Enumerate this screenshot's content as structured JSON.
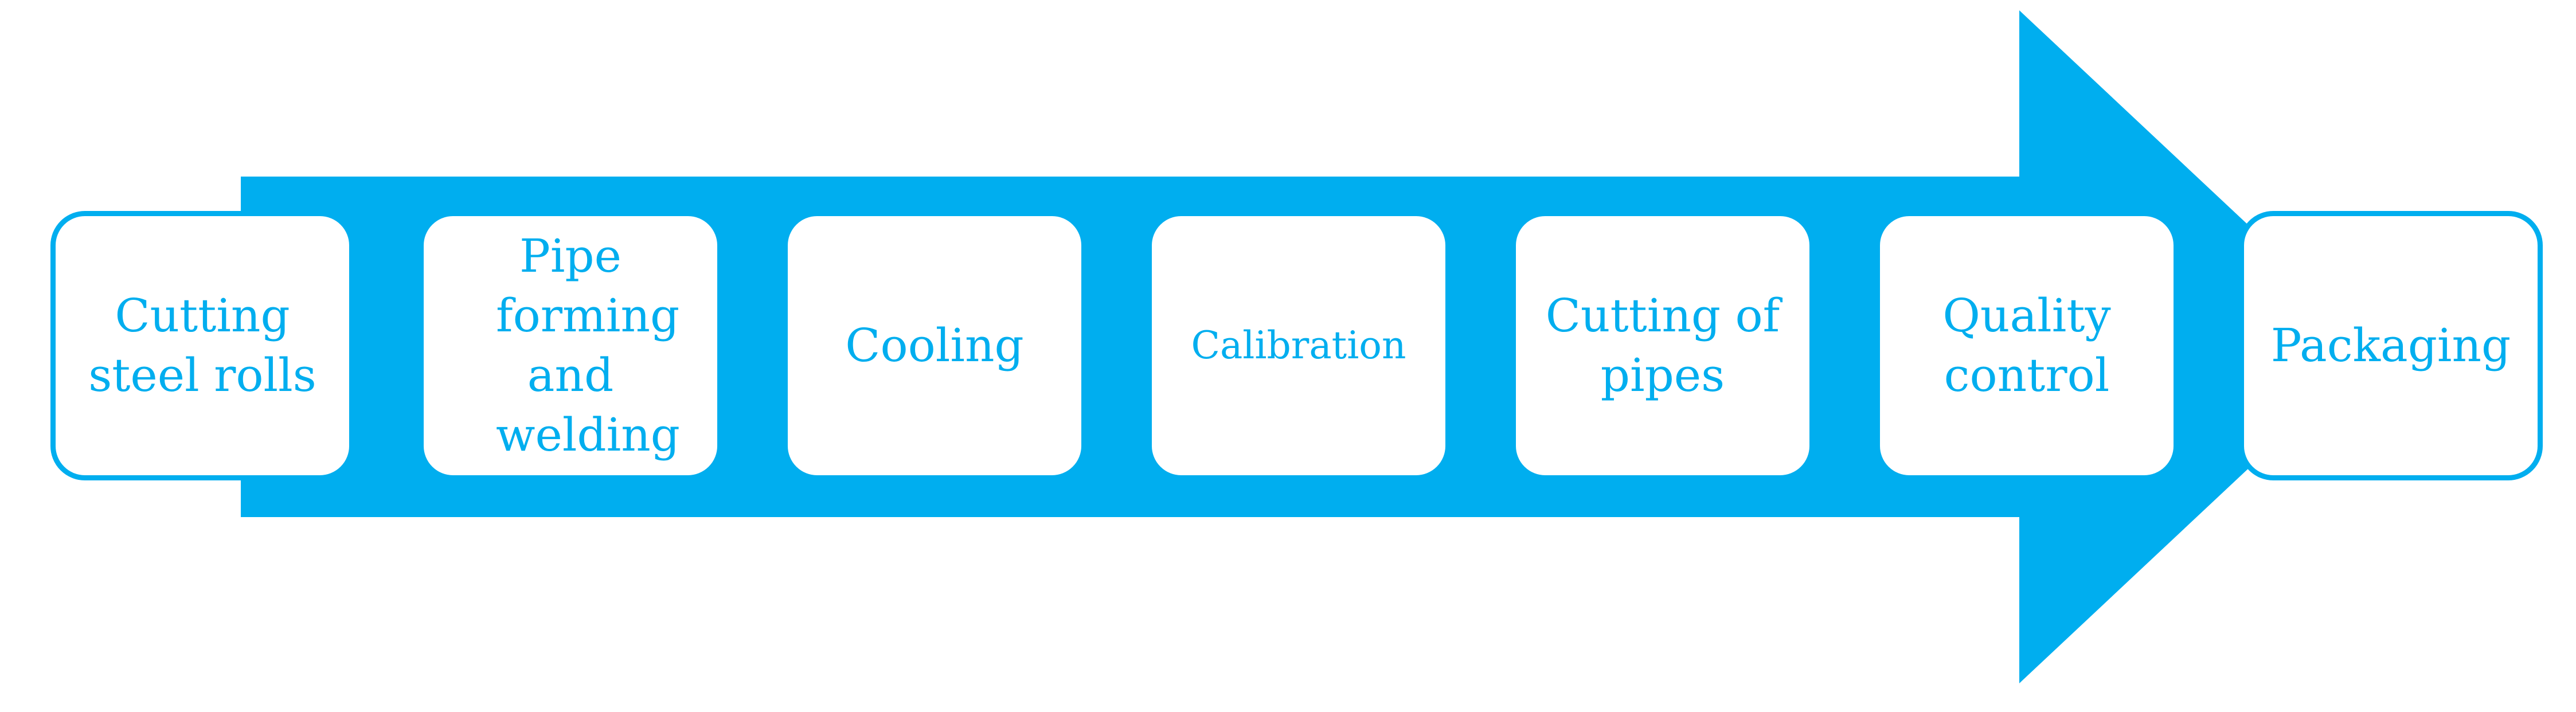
{
  "diagram": {
    "accent_color": "#00AEEF",
    "background_color": "#FFFFFF",
    "steps": [
      {
        "label": "Cutting steel rolls"
      },
      {
        "label": "Pipe forming and welding"
      },
      {
        "label": "Cooling"
      },
      {
        "label": "Calibration"
      },
      {
        "label": "Cutting of pipes"
      },
      {
        "label": "Quality control"
      },
      {
        "label": "Packaging"
      }
    ]
  }
}
